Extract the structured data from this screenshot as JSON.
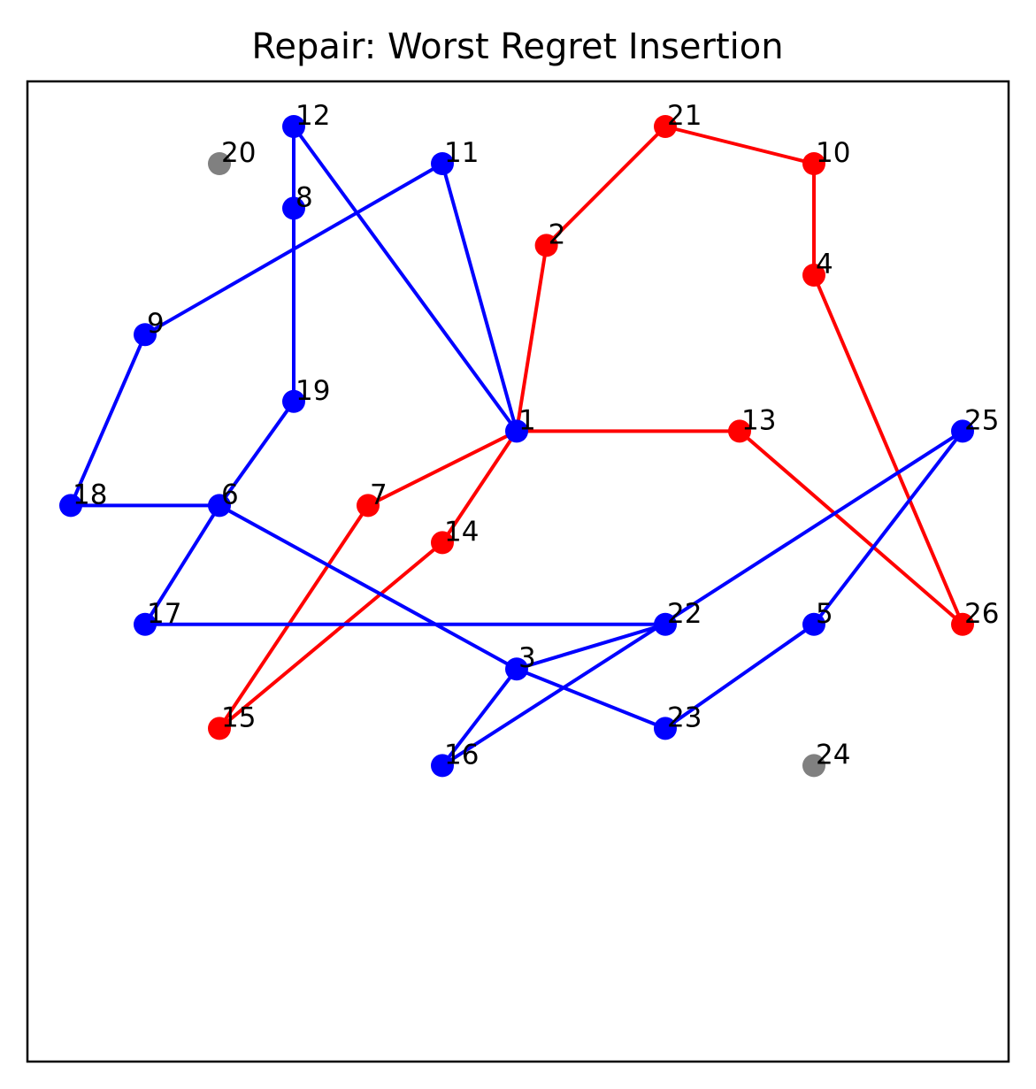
{
  "title": "Repair: Worst Regret Insertion",
  "colors": {
    "route_a": "#0000ff",
    "route_b": "#ff0000",
    "unassigned": "#808080",
    "frame": "#000000"
  },
  "nodes": [
    {
      "id": "1",
      "label": "1",
      "x": 6.0,
      "y": 6.2,
      "color": "blue"
    },
    {
      "id": "2",
      "label": "2",
      "x": 6.2,
      "y": 8.7,
      "color": "red"
    },
    {
      "id": "3",
      "label": "3",
      "x": 6.0,
      "y": 3.0,
      "color": "blue"
    },
    {
      "id": "4",
      "label": "4",
      "x": 8.0,
      "y": 8.3,
      "color": "red"
    },
    {
      "id": "5",
      "label": "5",
      "x": 8.0,
      "y": 3.6,
      "color": "blue"
    },
    {
      "id": "6",
      "label": "6",
      "x": 4.0,
      "y": 5.2,
      "color": "blue"
    },
    {
      "id": "7",
      "label": "7",
      "x": 5.0,
      "y": 5.2,
      "color": "red"
    },
    {
      "id": "8",
      "label": "8",
      "x": 4.5,
      "y": 9.2,
      "color": "blue"
    },
    {
      "id": "9",
      "label": "9",
      "x": 3.5,
      "y": 7.5,
      "color": "blue"
    },
    {
      "id": "10",
      "label": "10",
      "x": 8.0,
      "y": 9.8,
      "color": "red"
    },
    {
      "id": "11",
      "label": "11",
      "x": 5.5,
      "y": 9.8,
      "color": "blue"
    },
    {
      "id": "12",
      "label": "12",
      "x": 4.5,
      "y": 10.3,
      "color": "blue"
    },
    {
      "id": "13",
      "label": "13",
      "x": 7.5,
      "y": 6.2,
      "color": "red"
    },
    {
      "id": "14",
      "label": "14",
      "x": 5.5,
      "y": 4.7,
      "color": "red"
    },
    {
      "id": "15",
      "label": "15",
      "x": 4.0,
      "y": 2.2,
      "color": "red"
    },
    {
      "id": "16",
      "label": "16",
      "x": 5.5,
      "y": 1.7,
      "color": "blue"
    },
    {
      "id": "17",
      "label": "17",
      "x": 3.5,
      "y": 3.6,
      "color": "blue"
    },
    {
      "id": "18",
      "label": "18",
      "x": 3.0,
      "y": 5.2,
      "color": "blue"
    },
    {
      "id": "19",
      "label": "19",
      "x": 4.5,
      "y": 6.6,
      "color": "blue"
    },
    {
      "id": "20",
      "label": "20",
      "x": 4.0,
      "y": 9.8,
      "color": "gray"
    },
    {
      "id": "21",
      "label": "21",
      "x": 7.0,
      "y": 10.3,
      "color": "red"
    },
    {
      "id": "22",
      "label": "22",
      "x": 7.0,
      "y": 3.6,
      "color": "blue"
    },
    {
      "id": "23",
      "label": "23",
      "x": 7.0,
      "y": 2.2,
      "color": "blue"
    },
    {
      "id": "24",
      "label": "24",
      "x": 8.0,
      "y": 1.7,
      "color": "gray"
    },
    {
      "id": "25",
      "label": "25",
      "x": 9.0,
      "y": 6.2,
      "color": "blue"
    },
    {
      "id": "26",
      "label": "26",
      "x": 9.0,
      "y": 3.6,
      "color": "red"
    }
  ],
  "routes": [
    {
      "color": "red",
      "path": [
        "1",
        "2",
        "21",
        "10",
        "4",
        "26",
        "13",
        "1"
      ]
    },
    {
      "color": "red",
      "path": [
        "1",
        "7",
        "15",
        "14",
        "1"
      ]
    },
    {
      "color": "blue",
      "path": [
        "1",
        "12",
        "8",
        "19",
        "6",
        "18",
        "9",
        "11",
        "1"
      ]
    },
    {
      "color": "blue",
      "path": [
        "6",
        "3",
        "23",
        "5",
        "25",
        "16",
        "3",
        "22",
        "17",
        "6"
      ]
    }
  ]
}
